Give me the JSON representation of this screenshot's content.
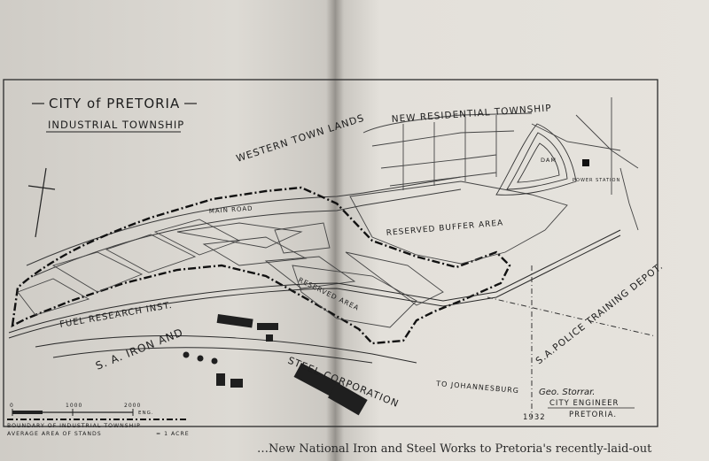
{
  "map": {
    "title": "CITY of PRETORIA",
    "subtitle": "INDUSTRIAL TOWNSHIP",
    "labels": {
      "western_town_lands": "WESTERN TOWN LANDS",
      "new_residential_township": "NEW RESIDENTIAL TOWNSHIP",
      "main_road": "MAIN ROAD",
      "reserved_buffer_area": "RESERVED BUFFER AREA",
      "reserved_area": "RESERVED AREA",
      "dam": "DAM",
      "power_station": "POWER STATION",
      "fuel_research": "FUEL RESEARCH INST.",
      "sa_iron_and": "S. A. IRON AND",
      "steel_corporation": "STEEL CORPORATION",
      "to_johannesburg": "TO JOHANNESBURG",
      "police_depot": "S.A.POLICE TRAINING DEPOT."
    },
    "signature": {
      "name": "Geo. Storrar.",
      "title_line1": "CITY ENGINEER",
      "title_line2": "PRETORIA.",
      "year": "1932"
    },
    "scale": {
      "ticks": [
        "0",
        "1000",
        "2000"
      ],
      "unit": "ENG."
    },
    "legend": {
      "boundary": "BOUNDARY OF INDUSTRIAL TOWNSHIP",
      "average_area": "AVERAGE AREA OF STANDS",
      "acre": "= 1 ACRE"
    }
  },
  "page_text": {
    "footer": "…New National Iron and Steel Works to Pretoria's recently-laid-out"
  }
}
